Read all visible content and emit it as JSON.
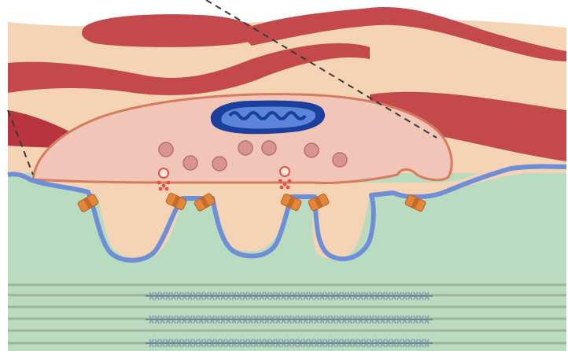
{
  "diagram": {
    "subject": "neuromuscular-junction",
    "labels": []
  },
  "colors": {
    "background": "#ffffff",
    "muscle_fiber": "#b9dcc0",
    "sarcolemma": "#6e8fd6",
    "axon_terminal": "#f1c6b8",
    "terminal_outline": "#d87a5d",
    "nerve_tissue": "#c4494d",
    "schwann_cell": "#f5d4b5",
    "mitochondrion_outer": "#1c3f9e",
    "mitochondrion_inner": "#5a85d8",
    "synaptic_vesicle": "#d99390",
    "released_vesicle": "#e0524a",
    "ach_receptor": "#e3863b",
    "myofibril_line": "#a0b497",
    "sarcomere_filament": "#8fa6b3",
    "dashed_line": "#3a3a3a"
  },
  "vesicles_docked": 2,
  "receptor_count": 6,
  "junctional_folds": 3,
  "myofibril_rows": 3
}
